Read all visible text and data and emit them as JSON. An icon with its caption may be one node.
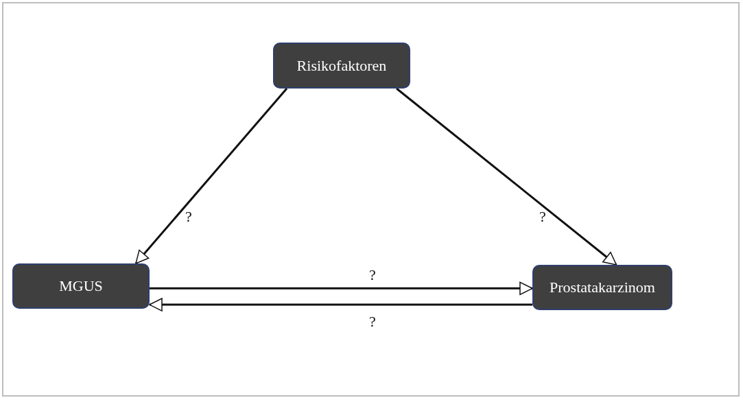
{
  "diagram": {
    "nodes": [
      {
        "text": [
          "Risikofaktoren"
        ]
      },
      {
        "text": [
          "MGUS"
        ]
      },
      {
        "text": [
          "Prostatakarzinom"
        ]
      }
    ],
    "edges": [
      {
        "from": 0,
        "to": 1,
        "arrow": "to",
        "label": "?"
      },
      {
        "from": 0,
        "to": 2,
        "arrow": "to",
        "label": "?"
      },
      {
        "from": 1,
        "to": 2,
        "arrow": "to",
        "label": "?"
      },
      {
        "from": 2,
        "to": 1,
        "arrow": "to",
        "label": "?"
      }
    ]
  }
}
